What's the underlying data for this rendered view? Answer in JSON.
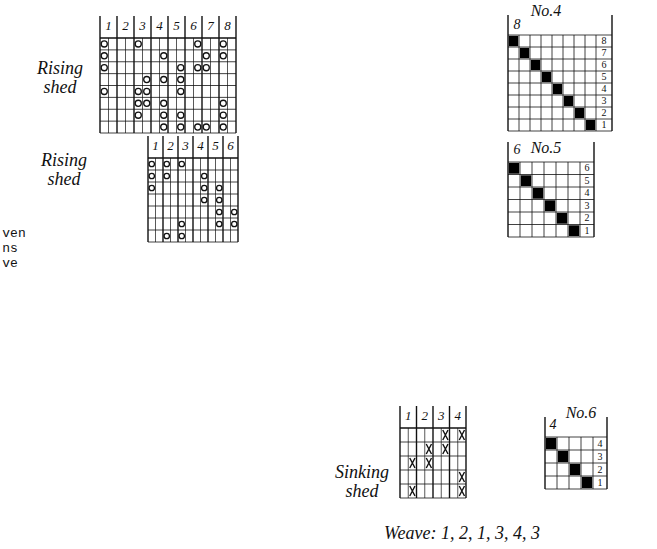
{
  "diagram": {
    "labels": [
      "1",
      "2",
      "3",
      "4",
      "5",
      "6",
      "7",
      "8",
      "Rising shed",
      "No.4",
      "8",
      "8",
      "7",
      "6",
      "5",
      "4",
      "3",
      "2",
      "1",
      "Rising shed",
      "1",
      "2",
      "3",
      "4",
      "5",
      "6",
      "No.5",
      "6",
      "6",
      "5",
      "4",
      "3",
      "2",
      "1",
      "ven",
      "ns",
      "ve",
      "Sinking shed",
      "1",
      "2",
      "3",
      "4",
      "No.6",
      "4",
      "4",
      "3",
      "2",
      "1",
      "Weave: 1, 2, 1, 3, 4, 3"
    ]
  }
}
